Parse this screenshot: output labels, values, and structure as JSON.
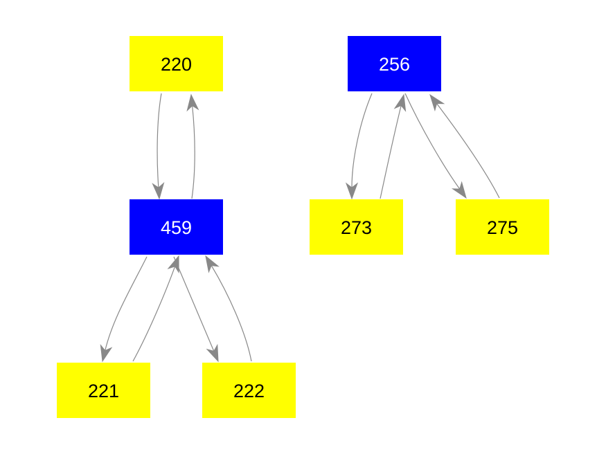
{
  "colors": {
    "leaf_fill": "#ffff00",
    "hub_fill": "#0000ff",
    "leaf_text": "#000000",
    "hub_text": "#ffffff",
    "edge": "#888888"
  },
  "nodes": [
    {
      "id": "n220",
      "label": "220",
      "kind": "leaf"
    },
    {
      "id": "n459",
      "label": "459",
      "kind": "hub"
    },
    {
      "id": "n221",
      "label": "221",
      "kind": "leaf"
    },
    {
      "id": "n222",
      "label": "222",
      "kind": "leaf"
    },
    {
      "id": "n256",
      "label": "256",
      "kind": "hub"
    },
    {
      "id": "n273",
      "label": "273",
      "kind": "leaf"
    },
    {
      "id": "n275",
      "label": "275",
      "kind": "leaf"
    }
  ],
  "edges": [
    {
      "from": "220",
      "to": "459"
    },
    {
      "from": "459",
      "to": "220"
    },
    {
      "from": "459",
      "to": "221"
    },
    {
      "from": "221",
      "to": "459"
    },
    {
      "from": "459",
      "to": "222"
    },
    {
      "from": "222",
      "to": "459"
    },
    {
      "from": "256",
      "to": "273"
    },
    {
      "from": "273",
      "to": "256"
    },
    {
      "from": "256",
      "to": "275"
    },
    {
      "from": "275",
      "to": "256"
    }
  ]
}
